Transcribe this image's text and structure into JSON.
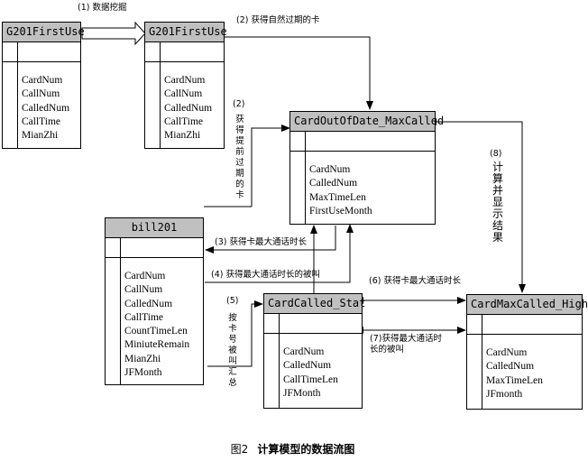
{
  "entities": {
    "g201_first_use_a": {
      "title": "G201FirstUse",
      "fields": [
        "CardNum",
        "CallNum",
        "CalledNum",
        "CallTime",
        "MianZhi"
      ]
    },
    "g201_first_use_b": {
      "title": "G201FirstUse",
      "fields": [
        "CardNum",
        "CallNum",
        "CalledNum",
        "CallTime",
        "MianZhi"
      ]
    },
    "card_out_of_date": {
      "title": "CardOutOfDate_MaxCalled",
      "fields": [
        "CardNum",
        "CalledNum",
        "MaxTimeLen",
        "FirstUseMonth"
      ]
    },
    "bill201": {
      "title": "bill201",
      "fields": [
        "CardNum",
        "CallNum",
        "CalledNum",
        "CallTime",
        "CountTimeLen",
        "MiniuteRemain",
        "MianZhi",
        "JFMonth"
      ]
    },
    "card_called_stat": {
      "title": "CardCalled_Stat",
      "fields": [
        "CardNum",
        "CalledNum",
        "CallTimeLen",
        "JFMonth"
      ]
    },
    "card_max_called_high": {
      "title": "CardMaxCalled_High",
      "fields": [
        "CardNum",
        "CalledNum",
        "MaxTimeLen",
        "JFmonth"
      ]
    }
  },
  "labels": {
    "step1": "(1) 数据挖掘",
    "step2_top": "(2) 获得自然过期的卡",
    "step2_num": "(2)",
    "step2_vertical": "获得提前过期的卡",
    "step3": "(3) 获得卡最大通话时长",
    "step4": "(4) 获得最大通话时长的被叫",
    "step5_num": "(5)",
    "step5_vertical": "按卡号被叫汇总",
    "step6": "(6) 获得卡最大通话时长",
    "step7_line1": "(7)获得最大通话时",
    "step7_line2": "长的被叫",
    "step8_num": "(8)",
    "step8_vertical": "计算并显示结果"
  },
  "caption": {
    "figure": "图2",
    "title": "计算模型的数据流图"
  }
}
